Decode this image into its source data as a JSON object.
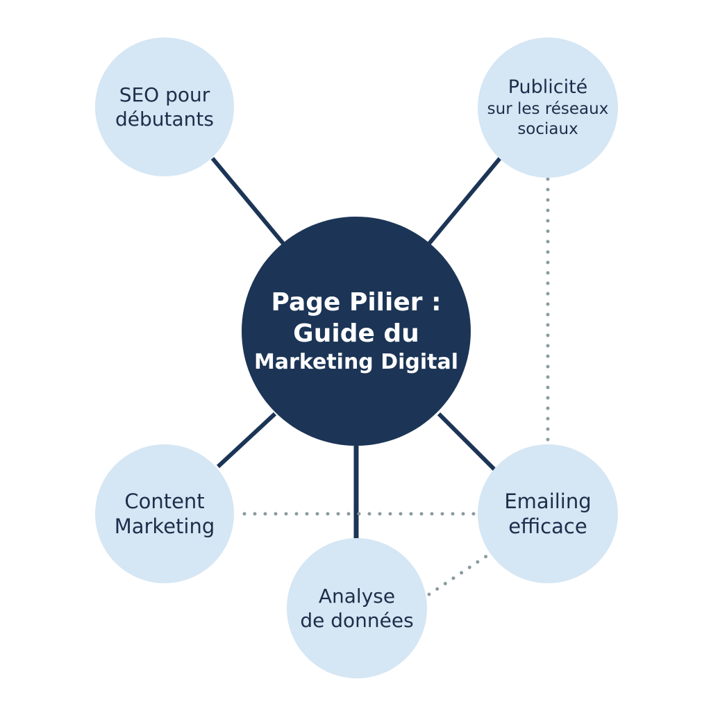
{
  "diagram": {
    "pillar": {
      "lines": [
        "Page Pilier :",
        "Guide du",
        "Marketing Digital"
      ]
    },
    "clusters": {
      "seo": {
        "lines": [
          "SEO pour",
          "débutants"
        ]
      },
      "ads": {
        "lines": [
          "Publicité",
          "sur les réseaux",
          "sociaux"
        ]
      },
      "content": {
        "lines": [
          "Content",
          "Marketing"
        ]
      },
      "email": {
        "lines": [
          "Emailing",
          "efficace"
        ]
      },
      "analyse": {
        "lines": [
          "Analyse",
          "de données"
        ]
      }
    },
    "colors": {
      "pillar_fill": "#1c3556",
      "cluster_fill": "#d5e6f4",
      "solid_connector": "#1c3556",
      "dotted_connector": "#8a9ba0",
      "text_dark": "#1c2e4a",
      "text_light": "#ffffff"
    }
  }
}
